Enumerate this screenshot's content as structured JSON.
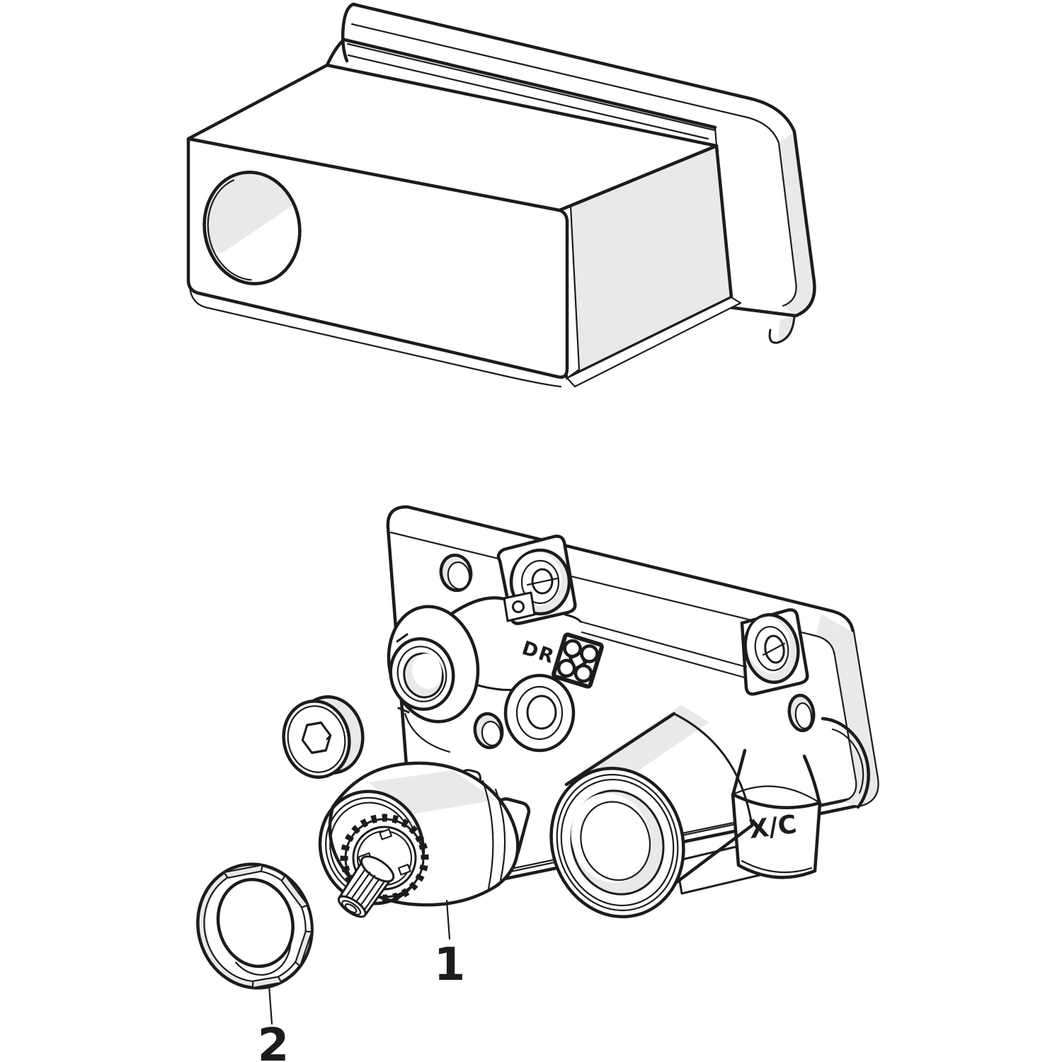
{
  "page": {
    "background": "#ffffff"
  },
  "drawing": {
    "type": "exploded-parts-diagram",
    "subject": "concealed-valve-installation-body-with-protective-cover",
    "line_color": "#1c1c1c",
    "shade_color": "#e9e9e9",
    "engravings": {
      "body_mark": "DR",
      "maker_logo_icon": "quatrefoil-square-logo",
      "outlet_mark": "X/C"
    },
    "callouts": [
      {
        "number": "1",
        "part": "cartridge"
      },
      {
        "number": "2",
        "part": "retaining-ring"
      }
    ]
  }
}
